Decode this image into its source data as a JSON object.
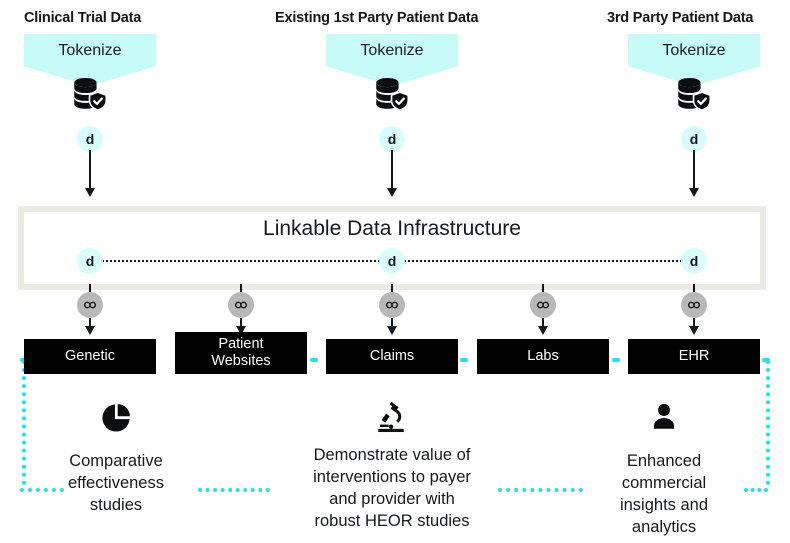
{
  "diagram": {
    "title": "Linkable Data Infrastructure Flow",
    "colors": {
      "tokenize_fill": "#c6fbf8",
      "badge_fill": "#d6fdfb",
      "link_node_fill": "#b8b8b8",
      "source_box_fill": "#000000",
      "infra_border": "#ebeae3",
      "accent_dotted": "#22e0ee",
      "text": "#15181c"
    },
    "columns": [
      {
        "header": "Clinical Trial Data",
        "tokenize_label": "Tokenize",
        "token_icon": "database-check-icon",
        "badge": "d"
      },
      {
        "header": "Existing 1st Party Patient Data",
        "tokenize_label": "Tokenize",
        "token_icon": "database-check-icon",
        "badge": "d"
      },
      {
        "header": "3rd Party Patient Data",
        "tokenize_label": "Tokenize",
        "token_icon": "database-check-icon",
        "badge": "d"
      }
    ],
    "infrastructure": {
      "title": "Linkable Data Infrastructure",
      "badges": [
        "d",
        "d",
        "d"
      ]
    },
    "link_nodes": [
      {
        "icon": "chain-link-icon"
      },
      {
        "icon": "chain-link-icon"
      },
      {
        "icon": "chain-link-icon"
      },
      {
        "icon": "chain-link-icon"
      },
      {
        "icon": "chain-link-icon"
      }
    ],
    "sources": [
      {
        "label": "Genetic"
      },
      {
        "label": "Patient\nWebsites"
      },
      {
        "label": "Claims"
      },
      {
        "label": "Labs"
      },
      {
        "label": "EHR"
      }
    ],
    "outcomes": [
      {
        "icon": "pie-chart-icon",
        "text": "Comparative\neffectiveness\nstudies"
      },
      {
        "icon": "microscope-icon",
        "text": "Demonstrate value of\ninterventions to payer\nand provider with\nrobust HEOR studies"
      },
      {
        "icon": "person-icon",
        "text": "Enhanced\ncommercial\ninsights and\nanalytics"
      }
    ]
  }
}
